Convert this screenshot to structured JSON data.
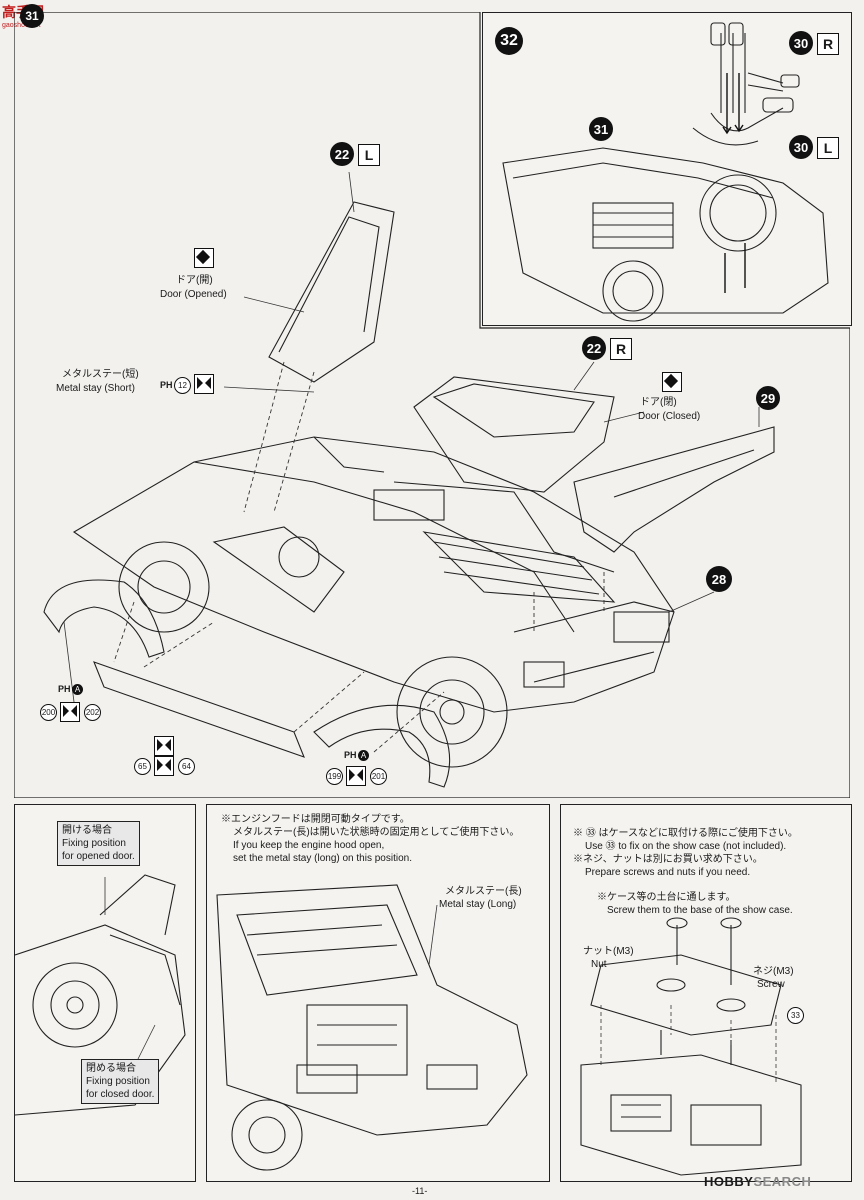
{
  "watermark": {
    "text": "高手网",
    "sub": "gaoshou.net"
  },
  "step31": {
    "number": "31",
    "door_l_part": "22",
    "door_l_side": "L",
    "door_opened_jp": "ドア(開)",
    "door_opened_en": "Door (Opened)",
    "metal_short_jp": "メタルステー(短)",
    "metal_short_en": "Metal stay (Short)",
    "ph_code": "PH",
    "ph_num": "12",
    "door_r_part": "22",
    "door_r_side": "R",
    "door_closed_jp": "ドア(閉)",
    "door_closed_en": "Door (Closed)",
    "wing_part": "29",
    "rear_part": "28",
    "fender_front_a": "200",
    "fender_front_b": "202",
    "sill_a": "65",
    "sill_b": "64",
    "fender_rear_a": "199",
    "fender_rear_b": "201",
    "ph_letter": "A"
  },
  "step32": {
    "number": "32",
    "exhaust_top_part": "30",
    "exhaust_top_side": "R",
    "exhaust_bottom_part": "30",
    "exhaust_bottom_side": "L",
    "chassis_part": "31"
  },
  "door_panel": {
    "open_jp": "開ける場合",
    "open_en1": "Fixing position",
    "open_en2": "for opened door.",
    "close_jp": "閉める場合",
    "close_en1": "Fixing position",
    "close_en2": "for closed door."
  },
  "hood_panel": {
    "note_jp1": "※エンジンフードは開閉可動タイプです。",
    "note_jp2": "メタルステー(長)は開いた状態時の固定用としてご使用下さい。",
    "note_en1": "If you keep the engine hood open,",
    "note_en2": "set the metal stay (long) on this position.",
    "stay_jp": "メタルステー(長)",
    "stay_en": "Metal stay (Long)"
  },
  "screw_panel": {
    "note_jp1": "※ ㉝ はケースなどに取付ける際にご使用下さい。",
    "note_en1": "Use ㉝ to fix on the show case (not included).",
    "note_jp2": "※ネジ、ナットは別にお買い求め下さい。",
    "note_en2": "Prepare screws and nuts if you need.",
    "base_jp": "※ケース等の土台に通します。",
    "base_en": "Screw them to the base of the show case.",
    "nut_jp": "ナット(M3)",
    "nut_en": "Nut",
    "screw_jp": "ネジ(M3)",
    "screw_en": "Screw",
    "part": "33"
  },
  "footer": {
    "page": "-11-",
    "logo_main": "HOBBY",
    "logo_sub": "SEARCH"
  }
}
